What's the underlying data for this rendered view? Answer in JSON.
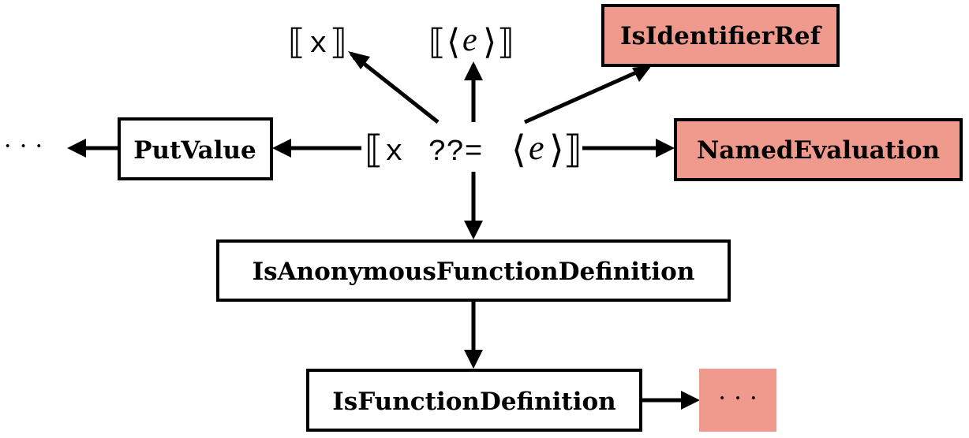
{
  "colors": {
    "highlight": "#ef9a8d",
    "plain": "#ffffff",
    "stroke": "#000000"
  },
  "center": {
    "open": "⟦",
    "var": "x",
    "op": "??=",
    "expr_open": "⟨",
    "expr_var": "e",
    "expr_close": "⟩",
    "close": "⟧"
  },
  "top_left": {
    "open": "⟦",
    "var": "x",
    "close": "⟧"
  },
  "top_mid": {
    "open": "⟦",
    "angle_open": "⟨",
    "var": "e",
    "angle_close": "⟩",
    "close": "⟧"
  },
  "nodes": {
    "is_identifier_ref": "IsIdentifierRef",
    "named_evaluation": "NamedEvaluation",
    "put_value": "PutValue",
    "is_anonymous_function_definition": "IsAnonymousFunctionDefinition",
    "is_function_definition": "IsFunctionDefinition",
    "left_ellipsis": "· · ·",
    "right_ellipsis": "· · ·"
  }
}
